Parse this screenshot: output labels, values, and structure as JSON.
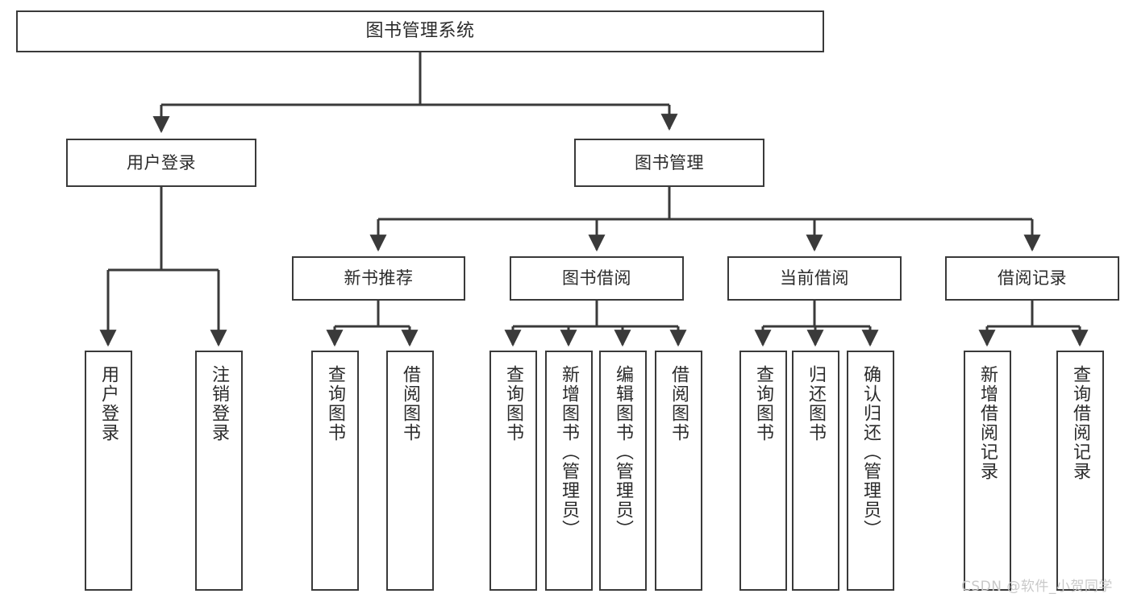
{
  "diagram": {
    "title": "图书管理系统",
    "type": "tree-hierarchy",
    "nodes": {
      "root": {
        "label": "图书管理系统"
      },
      "level1": [
        {
          "id": "user-login",
          "label": "用户登录"
        },
        {
          "id": "book-manage",
          "label": "图书管理"
        }
      ],
      "level2": [
        {
          "id": "new-book-rec",
          "label": "新书推荐"
        },
        {
          "id": "book-borrow",
          "label": "图书借阅"
        },
        {
          "id": "current-borrow",
          "label": "当前借阅"
        },
        {
          "id": "borrow-record",
          "label": "借阅记录"
        }
      ],
      "leaves": {
        "user_login": [
          {
            "id": "leaf-user-login",
            "label": "用户登录"
          },
          {
            "id": "leaf-user-logout",
            "label": "注销登录"
          }
        ],
        "new_book_rec": [
          {
            "id": "leaf-query-book-1",
            "label": "查询图书"
          },
          {
            "id": "leaf-borrow-book-1",
            "label": "借阅图书"
          }
        ],
        "book_borrow": [
          {
            "id": "leaf-query-book-2",
            "label": "查询图书"
          },
          {
            "id": "leaf-add-book",
            "label": "新增图书（管理员）"
          },
          {
            "id": "leaf-edit-book",
            "label": "编辑图书（管理员）"
          },
          {
            "id": "leaf-borrow-book-2",
            "label": "借阅图书"
          }
        ],
        "current_borrow": [
          {
            "id": "leaf-query-book-3",
            "label": "查询图书"
          },
          {
            "id": "leaf-return-book",
            "label": "归还图书"
          },
          {
            "id": "leaf-confirm-return",
            "label": "确认归还（管理员）"
          }
        ],
        "borrow_record": [
          {
            "id": "leaf-add-record",
            "label": "新增借阅记录"
          },
          {
            "id": "leaf-query-record",
            "label": "查询借阅记录"
          }
        ]
      }
    },
    "watermark": "CSDN @软件_小贺同学",
    "colors": {
      "background": "#ffffff",
      "border": "#3a3a3a",
      "edge": "#3a3a3a",
      "text": "#2b2b2b",
      "watermark": "#c9c9c9"
    }
  }
}
